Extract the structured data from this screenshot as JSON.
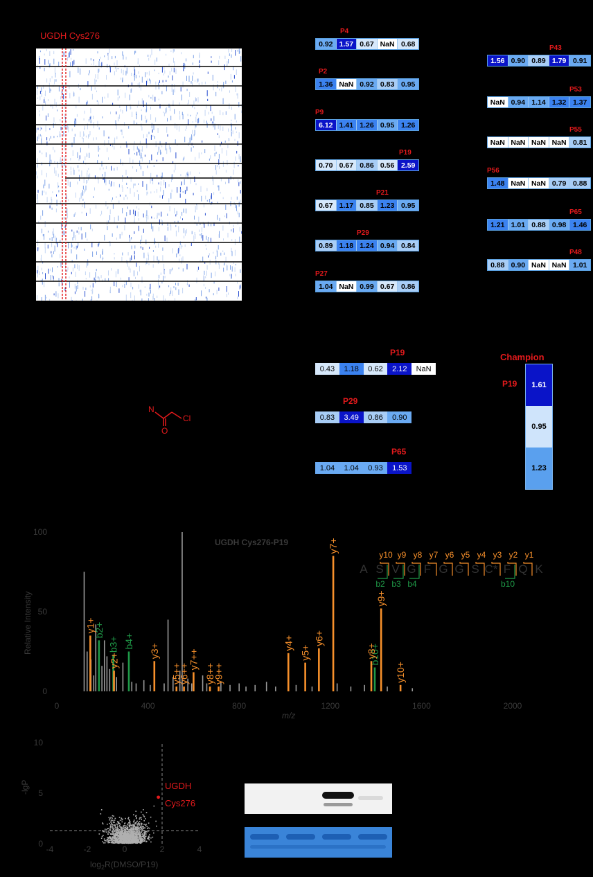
{
  "colors": {
    "bg": "#000000",
    "red": "#e41a1c",
    "orange": "#f7902b",
    "green": "#1f9a48",
    "grey": "#9a9a9a",
    "dark_blue": "#0a14c8",
    "mid_blue": "#3b82f0",
    "light_blue": "#9cc8f8"
  },
  "panel_a": {
    "label": "UGDH Cys276"
  },
  "heat_rows": [
    {
      "id": "p4",
      "label": "P4",
      "values": [
        "0.92",
        "1.57",
        "0.67",
        "NaN",
        "0.68"
      ]
    },
    {
      "id": "p2",
      "label": "P2",
      "values": [
        "1.36",
        "NaN",
        "0.92",
        "0.83",
        "0.95"
      ]
    },
    {
      "id": "p9",
      "label": "P9",
      "values": [
        "6.12",
        "1.41",
        "1.26",
        "0.95",
        "1.26"
      ]
    },
    {
      "id": "p19",
      "label": "P19",
      "values": [
        "0.70",
        "0.67",
        "0.86",
        "0.56",
        "2.59"
      ]
    },
    {
      "id": "p21",
      "label": "P21",
      "values": [
        "0.67",
        "1.17",
        "0.85",
        "1.23",
        "0.95"
      ]
    },
    {
      "id": "p29",
      "label": "P29",
      "values": [
        "0.89",
        "1.18",
        "1.24",
        "0.94",
        "0.84"
      ]
    },
    {
      "id": "p27",
      "label": "P27",
      "values": [
        "1.04",
        "NaN",
        "0.99",
        "0.67",
        "0.86"
      ]
    },
    {
      "id": "p43",
      "label": "P43",
      "values": [
        "1.56",
        "0.90",
        "0.89",
        "1.79",
        "0.91"
      ]
    },
    {
      "id": "p53",
      "label": "P53",
      "values": [
        "NaN",
        "0.94",
        "1.14",
        "1.32",
        "1.37"
      ]
    },
    {
      "id": "p55",
      "label": "P55",
      "values": [
        "NaN",
        "NaN",
        "NaN",
        "NaN",
        "0.81"
      ]
    },
    {
      "id": "p56",
      "label": "P56",
      "values": [
        "1.48",
        "NaN",
        "NaN",
        "0.79",
        "0.88"
      ]
    },
    {
      "id": "p65",
      "label": "P65",
      "values": [
        "1.21",
        "1.01",
        "0.88",
        "0.98",
        "1.46"
      ]
    },
    {
      "id": "p48",
      "label": "P48",
      "values": [
        "0.88",
        "0.90",
        "NaN",
        "NaN",
        "1.01"
      ]
    }
  ],
  "heat_rows_b": [
    {
      "id": "b-p19",
      "label": "P19",
      "values": [
        "0.43",
        "1.18",
        "0.62",
        "2.12",
        "NaN"
      ]
    },
    {
      "id": "b-p29",
      "label": "P29",
      "values": [
        "0.83",
        "3.49",
        "0.86",
        "0.90"
      ]
    },
    {
      "id": "b-p65",
      "label": "P65",
      "values": [
        "1.04",
        "1.04",
        "0.93",
        "1.53"
      ]
    }
  ],
  "champion": {
    "title": "Champion",
    "label": "P19",
    "values": [
      "1.61",
      "0.95",
      "1.23"
    ]
  },
  "structure": {
    "n": "N",
    "o": "O",
    "cl": "Cl"
  },
  "chart_data": [
    {
      "type": "bar",
      "title": "UGDH Cys276-P19",
      "xlabel": "m/z",
      "ylabel": "Relative Intensity",
      "xlim": [
        0,
        2000
      ],
      "ylim": [
        0,
        100
      ],
      "xticks": [
        "0",
        "400",
        "800",
        "1200",
        "1600",
        "2000"
      ],
      "yticks": [
        "0",
        "50",
        "100"
      ],
      "peptide": {
        "residues": [
          "A",
          "S",
          "V",
          "G",
          "F",
          "G",
          "G",
          "S",
          "C*",
          "F",
          "Q",
          "K"
        ],
        "y_ions": [
          "y10",
          "y9",
          "y8",
          "y7",
          "y6",
          "y5",
          "y4",
          "y3",
          "y2",
          "y1"
        ],
        "b_ions": [
          "b2",
          "b3",
          "b4",
          "b10"
        ]
      },
      "series": [
        {
          "name": "y",
          "peaks": [
            [
              147,
              35
            ],
            [
              251,
              13
            ],
            [
              428,
              19
            ],
            [
              525,
              3
            ],
            [
              558,
              3
            ],
            [
              600,
              12
            ],
            [
              672,
              3
            ],
            [
              710,
              3
            ],
            [
              1016,
              24
            ],
            [
              1090,
              18
            ],
            [
              1150,
              27
            ],
            [
              1213,
              85
            ],
            [
              1380,
              19
            ],
            [
              1423,
              52
            ],
            [
              1508,
              4
            ]
          ],
          "labels": [
            "y1+",
            "y2+",
            "y3+",
            "y5++",
            "y6++",
            "y7++",
            "y8++",
            "y9++",
            "y4+",
            "y5+",
            "y6+",
            "y7+",
            "y8+",
            "y9+",
            "y10+"
          ]
        },
        {
          "name": "b",
          "peaks": [
            [
              185,
              32
            ],
            [
              248,
              23
            ],
            [
              316,
              25
            ],
            [
              1395,
              15
            ]
          ],
          "labels": [
            "b2+",
            "b3+",
            "b4+",
            "b10+"
          ]
        },
        {
          "name": "unassigned",
          "peaks": [
            [
              120,
              75
            ],
            [
              133,
              25
            ],
            [
              150,
              20
            ],
            [
              162,
              10
            ],
            [
              171,
              42
            ],
            [
              198,
              16
            ],
            [
              209,
              32
            ],
            [
              220,
              22
            ],
            [
              232,
              14
            ],
            [
              262,
              9
            ],
            [
              290,
              18
            ],
            [
              329,
              6
            ],
            [
              348,
              5
            ],
            [
              382,
              7
            ],
            [
              410,
              4
            ],
            [
              471,
              5
            ],
            [
              488,
              45
            ],
            [
              510,
              9
            ],
            [
              540,
              13
            ],
            [
              550,
              100
            ],
            [
              575,
              8
            ],
            [
              592,
              5
            ],
            [
              640,
              10
            ],
            [
              658,
              5
            ],
            [
              720,
              6
            ],
            [
              760,
              4
            ],
            [
              800,
              5
            ],
            [
              830,
              3
            ],
            [
              870,
              4
            ],
            [
              920,
              6
            ],
            [
              960,
              3
            ],
            [
              1050,
              4
            ],
            [
              1120,
              3
            ],
            [
              1230,
              5
            ],
            [
              1290,
              3
            ],
            [
              1350,
              4
            ],
            [
              1450,
              3
            ],
            [
              1560,
              2
            ]
          ]
        }
      ]
    },
    {
      "type": "scatter",
      "xlabel_base": "log",
      "xlabel_sub": "2",
      "xlabel_rest": "R(DMSO/P19)",
      "ylabel": "-lgP",
      "xlim": [
        -4,
        4
      ],
      "ylim": [
        0,
        10
      ],
      "xticks": [
        "-4",
        "-2",
        "0",
        "2",
        "4"
      ],
      "yticks": [
        "0",
        "5",
        "10"
      ],
      "highlight": {
        "label_line1": "UGDH",
        "label_line2": "Cys276",
        "x": 1.8,
        "y": 4.6
      }
    }
  ]
}
